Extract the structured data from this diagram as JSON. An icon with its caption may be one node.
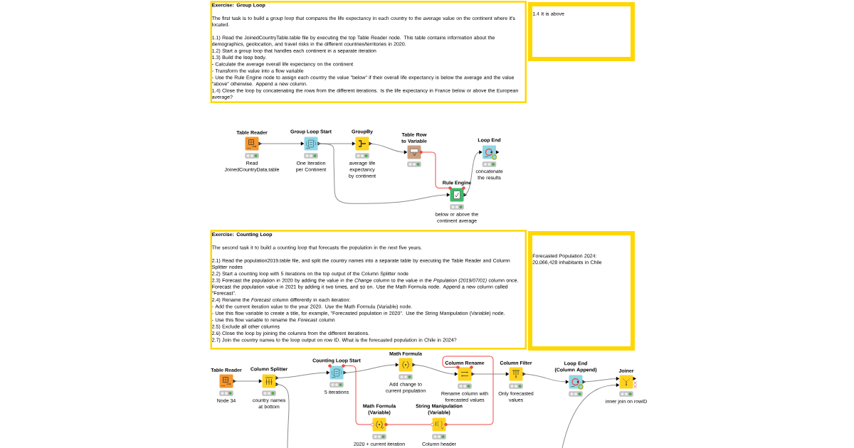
{
  "diagram": {
    "nodes": [
      {
        "text": [
          "Exercise: Group Loop",
          "The first task is to build a group loop that compares the life expectancy in each country to the average value on the continent where it's located.",
          "1.1) Read the JoinedCountryTable.table file by executing the top Table Reader node. This table contains information about the demographics, geolocation, and travel risks in the different countries/territories in 2020.",
          "1.2) Start a group loop that handles each continent in a separate iteration",
          "1.3) Build the loop body.",
          "- Calculate the average overall life expectancy on the continent",
          "- Transform the value into a flow variable",
          "- Use the Rule Engine node to assign each country the value \"below\" if their overall life expectancy is below the average and the value \"above\" otherwise. Append a new column.",
          "1.4) Close the loop by concatenating the rows from the different iterations. Is the life expectancy in France below or above the European average?"
        ]
      },
      {
        "text": [
          "1.4 It is above"
        ]
      },
      {
        "text": [
          "Table Reader"
        ],
        "beside": [
          "Read JoinedCountryData.table"
        ]
      },
      {
        "text": [
          "Group Loop Start"
        ],
        "beside": [
          "One Iteration per Continent"
        ]
      },
      {
        "text": [
          "GroupBy"
        ],
        "beside": [
          "average life expectancy by continent"
        ]
      },
      {
        "text": [
          "Table Row to Variable"
        ]
      },
      {
        "text": [
          "Loop End"
        ],
        "beside": [
          "concatenate the results"
        ]
      },
      {
        "text": [
          "Rule Engine"
        ],
        "beside": [
          "below or above the continent average"
        ]
      },
      {
        "text": [
          "Exercise: Counting Loop",
          "The second task it to build a counting loop that forecasts the population in the next five years.",
          "2.1) Read the population2019.table file, and split the country names into a separate table by executing the Table Reader and Column Splitter nodes",
          "2.2) Start a counting loop with 5 iterations on the top output of the Column Splitter node",
          "2.3) Forecast the population in 2020 by adding the value in the *Change* column to the value in the *Population (2019/07/01)* column once. Forecast the population value in 2021 by adding it two times, and so on. Use the Math Formula node. Append a new column called \"Forecast\".",
          "2.4) Rename the *Forecast* column differently in each iteration:",
          "- Add the current iteration value to the year 2020. Use the Math Formula (Variable) node.",
          "- Use this flow variable to create a title, for example, \"Forecasted population in 2020\". Use the String Manipulation (Variable) node.",
          "- Use this flow variable to rename the *Forecast* column",
          "2.5) Exclude all other columns",
          "2.6) Close the loop by joining the columns from the different iterations.",
          "2.7) Join the country names to the loop output on row ID. What is the forecasted population in Chile in 2024?"
        ]
      },
      {
        "text": [
          "Forecasted Population 2024: 20,066,428 inhabitants in Chile"
        ]
      },
      {
        "text": [
          "Table Reader"
        ],
        "beside": [
          "Node 34"
        ]
      },
      {
        "text": [
          "Column Splitter"
        ],
        "beside": [
          "country names at bottom"
        ]
      },
      {
        "text": [
          "Counting Loop Start"
        ],
        "beside": [
          "5 iterations"
        ]
      },
      {
        "text": [
          "Math Formula"
        ],
        "beside": [
          "Add change to current population"
        ]
      },
      {
        "text": [
          "Column Rename"
        ],
        "beside": [
          "Rename column with forecasted values"
        ]
      },
      {
        "text": [
          "Column Filter"
        ],
        "beside": [
          "Only forecasted values"
        ]
      },
      {
        "text": [
          "Loop End (Column Append)"
        ]
      },
      {
        "text": [
          "Joiner"
        ],
        "beside": [
          "inner join on rowID"
        ]
      },
      {
        "text": [
          "Math Formula (Variable)"
        ],
        "beside": [
          "2020 + current iteration"
        ]
      },
      {
        "text": [
          "String Manipulation (Variable)"
        ],
        "beside": [
          "Column header"
        ]
      }
    ],
    "edges": [
      {
        "from": 2,
        "to": 3,
        "arrow": "to"
      },
      {
        "from": 3,
        "to": 4,
        "arrow": "to"
      },
      {
        "from": 4,
        "to": 5,
        "arrow": "to"
      },
      {
        "from": 5,
        "to": 7,
        "arrow": "none",
        "color": "#ef4b45"
      },
      {
        "from": 3,
        "to": 7,
        "arrow": "to"
      },
      {
        "from": 7,
        "to": 6,
        "arrow": "to"
      },
      {
        "from": 10,
        "to": 11,
        "arrow": "to"
      },
      {
        "from": 11,
        "to": 12,
        "arrow": "to"
      },
      {
        "from": 11,
        "to": null,
        "arrow": "none"
      },
      {
        "from": 12,
        "to": 13,
        "arrow": "to"
      },
      {
        "from": 13,
        "to": 14,
        "arrow": "to"
      },
      {
        "from": 14,
        "to": 15,
        "arrow": "to"
      },
      {
        "from": 15,
        "to": 16,
        "arrow": "to"
      },
      {
        "from": 16,
        "to": 17,
        "arrow": "to"
      },
      {
        "from": null,
        "to": 17,
        "arrow": "to"
      },
      {
        "from": 12,
        "to": 18,
        "arrow": "none",
        "color": "#ef4b45"
      },
      {
        "from": 18,
        "to": 19,
        "arrow": "none",
        "color": "#ef4b45"
      },
      {
        "from": 19,
        "to": 14,
        "arrow": "none",
        "color": "#ef4b45"
      }
    ]
  }
}
